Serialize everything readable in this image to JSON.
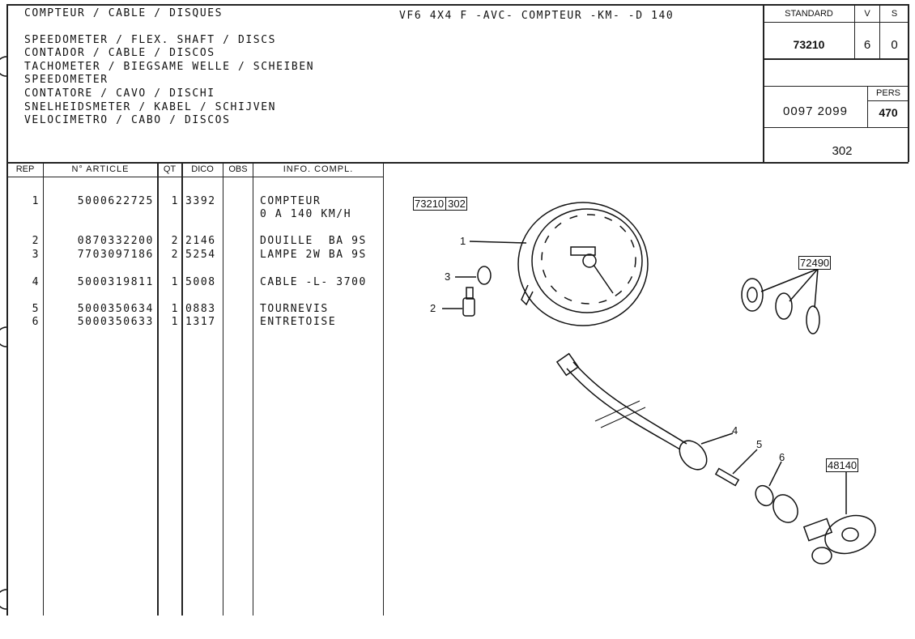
{
  "header": {
    "title_fr": "COMPTEUR / CABLE / DISQUES",
    "translations": [
      "SPEEDOMETER / FLEX. SHAFT / DISCS",
      "CONTADOR / CABLE / DISCOS",
      "TACHOMETER / BIEGSAME WELLE / SCHEIBEN",
      "SPEEDOMETER",
      "CONTATORE / CAVO / DISCHI",
      "SNELHEIDSMETER / KABEL / SCHIJVEN",
      "VELOCIMETRO / CABO / DISCOS"
    ],
    "model": "VF6 4X4 F -AVC- COMPTEUR -KM- -D 140"
  },
  "info_box": {
    "standard_label": "STANDARD",
    "v_label": "V",
    "s_label": "S",
    "standard": "73210",
    "v": "6",
    "s": "0",
    "pers_label": "PERS",
    "code": "0097 2099",
    "pers": "470",
    "page": "302"
  },
  "table": {
    "columns": [
      "REP",
      "N° ARTICLE",
      "QT",
      "DICO",
      "OBS",
      "INFO. COMPL."
    ],
    "rows": [
      {
        "rep": "1",
        "article": "5000622725",
        "qt": "1",
        "dico": "3392",
        "obs": "",
        "info": "COMPTEUR",
        "info2": "0 A 140 KM/H"
      },
      {
        "rep": "2",
        "article": "0870332200",
        "qt": "2",
        "dico": "2146",
        "obs": "",
        "info": "DOUILLE  BA 9S"
      },
      {
        "rep": "3",
        "article": "7703097186",
        "qt": "2",
        "dico": "5254",
        "obs": "",
        "info": "LAMPE 2W BA 9S"
      },
      {
        "rep": "4",
        "article": "5000319811",
        "qt": "1",
        "dico": "5008",
        "obs": "",
        "info": "CABLE -L- 3700"
      },
      {
        "rep": "5",
        "article": "5000350634",
        "qt": "1",
        "dico": "0883",
        "obs": "",
        "info": "TOURNEVIS"
      },
      {
        "rep": "6",
        "article": "5000350633",
        "qt": "1",
        "dico": "1317",
        "obs": "",
        "info": "ENTRETOISE"
      }
    ]
  },
  "diagram": {
    "refs": {
      "main_a": "73210",
      "main_b": "302",
      "discs": "72490",
      "gearbox": "48140"
    },
    "callouts": [
      "1",
      "2",
      "3",
      "4",
      "5",
      "6"
    ]
  }
}
